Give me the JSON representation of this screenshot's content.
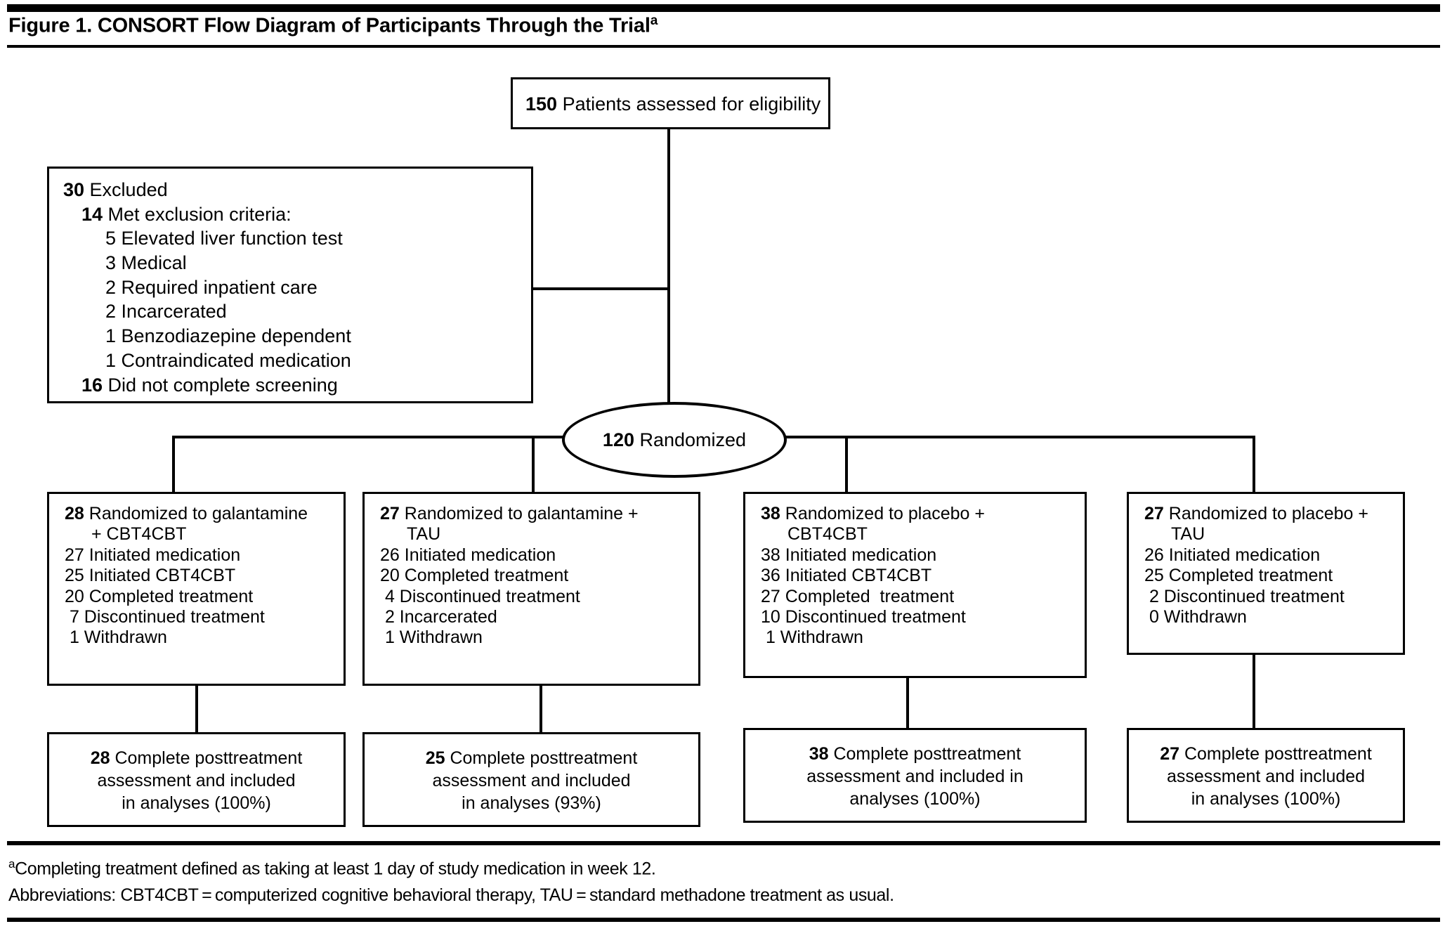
{
  "figure": {
    "title_prefix": "Figure 1. CONSORT Flow Diagram of Participants Through the Trial",
    "title_marker": "a"
  },
  "chart_data": {
    "type": "diagram",
    "title": "Figure 1. CONSORT Flow Diagram of Participants Through the Trial",
    "diagram_kind": "CONSORT flow diagram",
    "nodes": {
      "assessed": {
        "n": 150,
        "label": "Patients assessed for eligibility"
      },
      "excluded": {
        "n": 30,
        "label": "Excluded"
      },
      "randomized": {
        "n": 120,
        "label": "Randomized"
      }
    },
    "arms": [
      {
        "n": 28,
        "label": "Randomized to galantamine + CBT4CBT",
        "analyzed": 28,
        "analyzed_pct": "100%"
      },
      {
        "n": 27,
        "label": "Randomized to galantamine + TAU",
        "analyzed": 25,
        "analyzed_pct": "93%"
      },
      {
        "n": 38,
        "label": "Randomized to placebo + CBT4CBT",
        "analyzed": 38,
        "analyzed_pct": "100%"
      },
      {
        "n": 27,
        "label": "Randomized to placebo + TAU",
        "analyzed": 27,
        "analyzed_pct": "100%"
      }
    ]
  },
  "eligibility": {
    "count": "150",
    "text": " Patients assessed for eligibility"
  },
  "excluded": {
    "count": "30",
    "text": " Excluded",
    "sub_count": "14",
    "sub_text": " Met exclusion criteria:",
    "criteria": [
      {
        "n": "5",
        "text": "Elevated liver function test"
      },
      {
        "n": "3",
        "text": "Medical"
      },
      {
        "n": "2",
        "text": "Required inpatient care"
      },
      {
        "n": "2",
        "text": "Incarcerated"
      },
      {
        "n": "1",
        "text": "Benzodiazepine dependent"
      },
      {
        "n": "1",
        "text": "Contraindicated medication"
      }
    ],
    "screening_count": "16",
    "screening_text": " Did not complete screening"
  },
  "randomized": {
    "count": "120",
    "text": " Randomized"
  },
  "arms": [
    {
      "count": "28",
      "head_line1": " Randomized to galantamine",
      "head_line2": "+ CBT4CBT",
      "rows": [
        "27 Initiated medication",
        "25 Initiated CBT4CBT",
        "20 Completed treatment",
        " 7 Discontinued treatment",
        " 1 Withdrawn"
      ]
    },
    {
      "count": "27",
      "head_line1": " Randomized to galantamine +",
      "head_line2": "TAU",
      "rows": [
        "26 Initiated medication",
        "20 Completed treatment",
        " 4 Discontinued treatment",
        " 2 Incarcerated",
        " 1 Withdrawn"
      ]
    },
    {
      "count": "38",
      "head_line1": " Randomized to placebo +",
      "head_line2": "CBT4CBT",
      "rows": [
        "38 Initiated medication",
        "36 Initiated CBT4CBT",
        "27 Completed  treatment",
        "10 Discontinued treatment",
        " 1 Withdrawn"
      ]
    },
    {
      "count": "27",
      "head_line1": " Randomized to placebo +",
      "head_line2": "TAU",
      "rows": [
        "26 Initiated medication",
        "25 Completed treatment",
        " 2 Discontinued treatment",
        " 0 Withdrawn"
      ]
    }
  ],
  "outcomes": [
    {
      "count": "28",
      "text": " Complete posttreatment\nassessment and included\nin analyses (100%)"
    },
    {
      "count": "25",
      "text": " Complete posttreatment\nassessment and included\nin analyses (93%)"
    },
    {
      "count": "38",
      "text": " Complete posttreatment\nassessment and included in\nanalyses (100%)"
    },
    {
      "count": "27",
      "text": " Complete posttreatment\nassessment and included\nin analyses (100%)"
    }
  ],
  "footnotes": {
    "marker": "a",
    "note_a": "Completing treatment defined as taking at least 1 day of study medication in week 12.",
    "abbreviations": "Abbreviations: CBT4CBT = computerized cognitive behavioral therapy, TAU = standard methadone treatment as usual."
  }
}
